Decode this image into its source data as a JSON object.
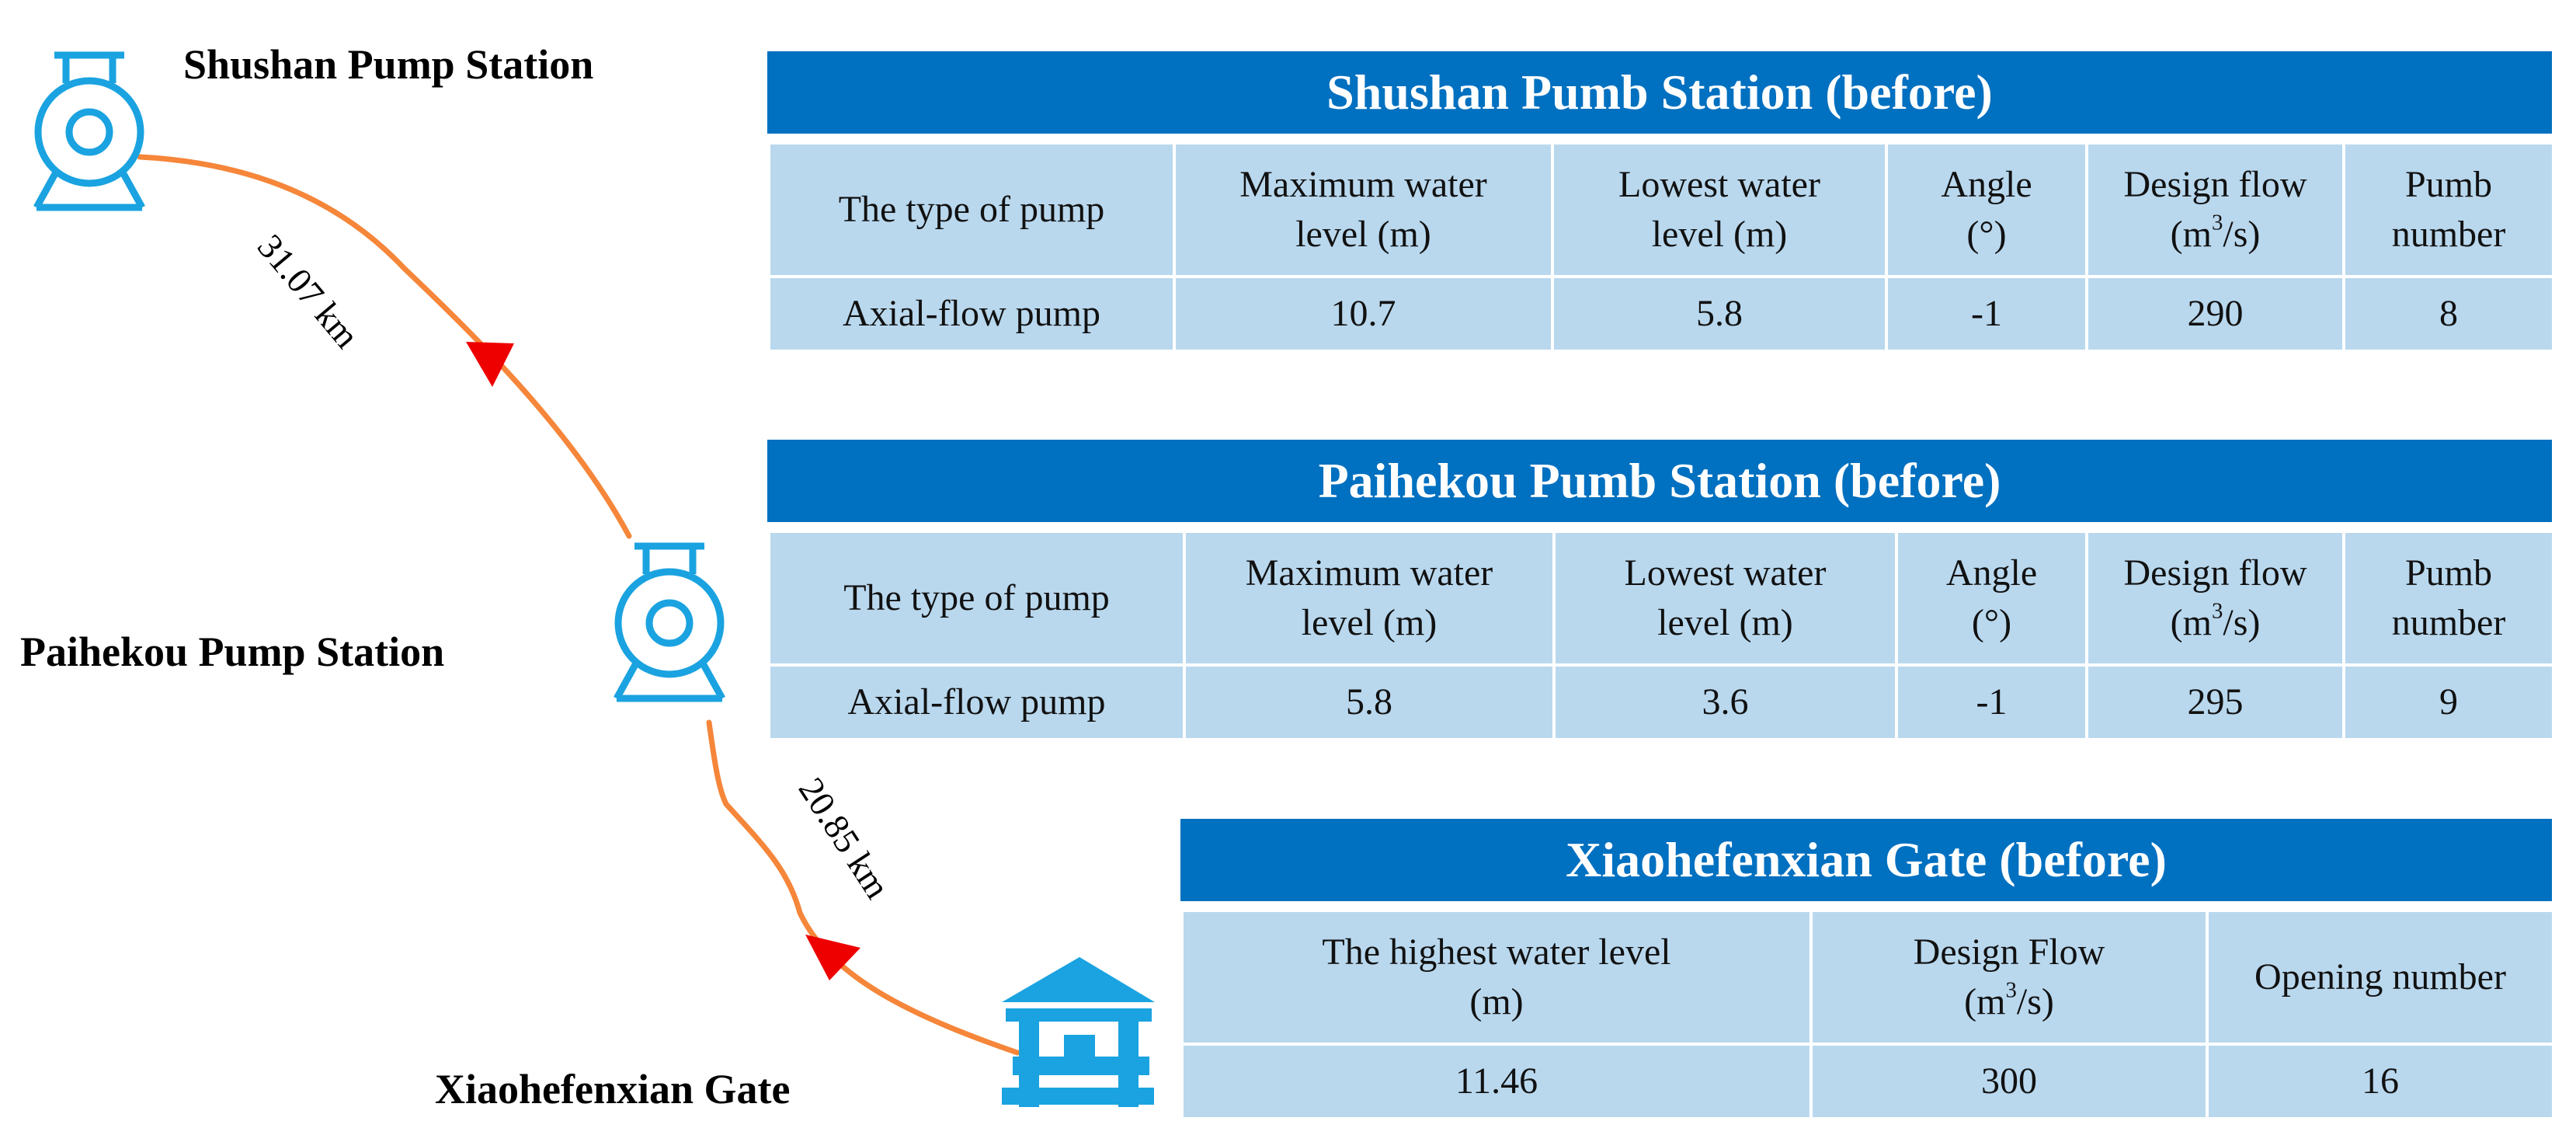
{
  "stations": {
    "shushan": {
      "label": "Shushan Pump Station"
    },
    "paihekou": {
      "label": "Paihekou Pump Station"
    },
    "xiaohefenxian": {
      "label": "Xiaohefenxian Gate"
    }
  },
  "distances": {
    "shushan_paihekou": "31.07 km",
    "paihekou_gate": "20.85 km"
  },
  "colors": {
    "accent": "#0070c0",
    "table_cell": "#b9d8ee",
    "icon": "#1aa3e0",
    "route": "#f5863a",
    "arrow": "#ee0000"
  },
  "icons": {
    "pump": "pump-icon",
    "gate": "gate-icon",
    "flow_arrow": "flow-arrow-icon"
  },
  "tables": {
    "shushan": {
      "title": "Shushan Pumb Station (before)",
      "headers": {
        "type": "The type of pump",
        "max_level_1": "Maximum water",
        "max_level_2": "level (m)",
        "low_level_1": "Lowest water",
        "low_level_2": "level (m)",
        "angle_1": "Angle",
        "angle_2": "(°)",
        "flow_1": "Design flow",
        "flow_2a": "(m",
        "flow_sup": "3",
        "flow_2b": "/s)",
        "number_1": "Pumb",
        "number_2": "number"
      },
      "values": {
        "type": "Axial-flow pump",
        "max_level": "10.7",
        "low_level": "5.8",
        "angle": "-1",
        "flow": "290",
        "number": "8"
      }
    },
    "paihekou": {
      "title": "Paihekou Pumb Station (before)",
      "headers": {
        "type": "The type of pump",
        "max_level_1": "Maximum water",
        "max_level_2": "level (m)",
        "low_level_1": "Lowest water",
        "low_level_2": "level (m)",
        "angle_1": "Angle",
        "angle_2": "(°)",
        "flow_1": "Design flow",
        "flow_2a": "(m",
        "flow_sup": "3",
        "flow_2b": "/s)",
        "number_1": "Pumb",
        "number_2": "number"
      },
      "values": {
        "type": "Axial-flow pump",
        "max_level": "5.8",
        "low_level": "3.6",
        "angle": "-1",
        "flow": "295",
        "number": "9"
      }
    },
    "gate": {
      "title": "Xiaohefenxian Gate (before)",
      "headers": {
        "level_1": "The highest water level",
        "level_2": "(m)",
        "flow_1": "Design Flow",
        "flow_2a": "(m",
        "flow_sup": "3",
        "flow_2b": "/s)",
        "opening": "Opening number"
      },
      "values": {
        "level": "11.46",
        "flow": "300",
        "opening": "16"
      }
    }
  }
}
